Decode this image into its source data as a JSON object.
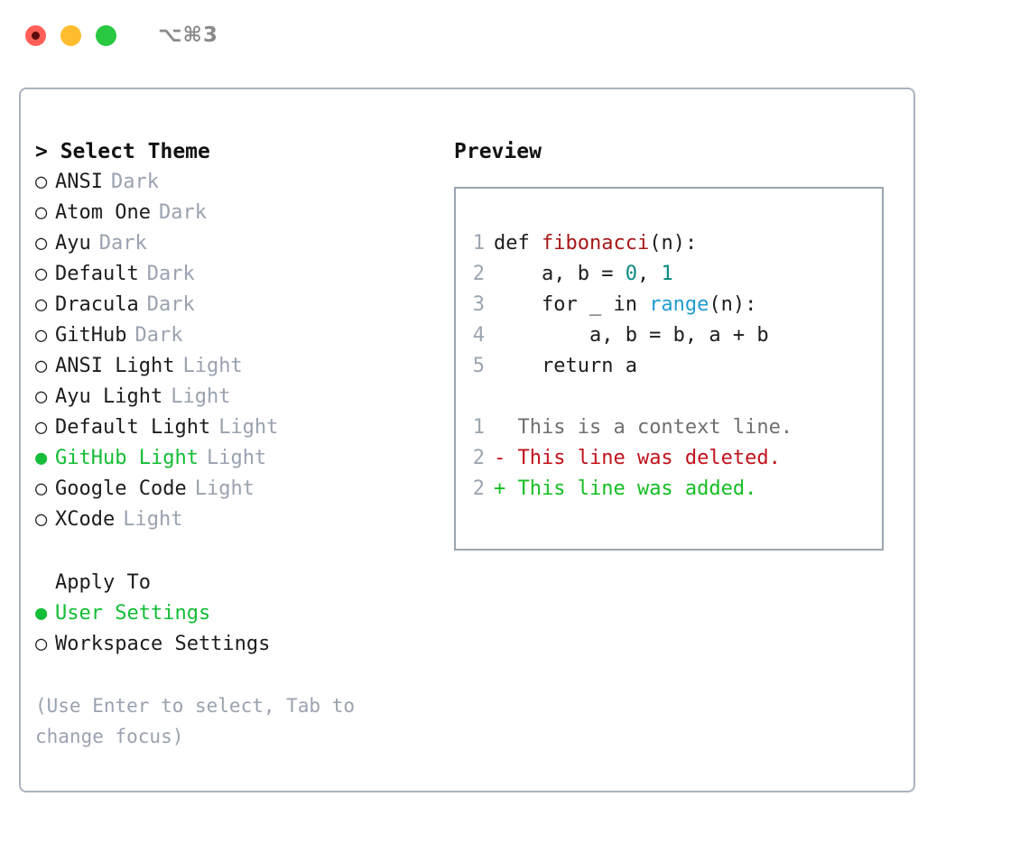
{
  "window": {
    "shortcut_label": "⌥⌘3",
    "traffic_lights": [
      {
        "name": "close",
        "color": "#ff5f57"
      },
      {
        "name": "minimize",
        "color": "#febc2e"
      },
      {
        "name": "zoom",
        "color": "#28c840"
      }
    ]
  },
  "theme_panel": {
    "title": "> Select Theme",
    "items": [
      {
        "marker": "○",
        "name": "ANSI",
        "tag": "Dark",
        "selected": false
      },
      {
        "marker": "○",
        "name": "Atom One",
        "tag": "Dark",
        "selected": false
      },
      {
        "marker": "○",
        "name": "Ayu",
        "tag": "Dark",
        "selected": false
      },
      {
        "marker": "○",
        "name": "Default",
        "tag": "Dark",
        "selected": false
      },
      {
        "marker": "○",
        "name": "Dracula",
        "tag": "Dark",
        "selected": false
      },
      {
        "marker": "○",
        "name": "GitHub",
        "tag": "Dark",
        "selected": false
      },
      {
        "marker": "○",
        "name": "ANSI Light",
        "tag": "Light",
        "selected": false
      },
      {
        "marker": "○",
        "name": "Ayu Light",
        "tag": "Light",
        "selected": false
      },
      {
        "marker": "○",
        "name": "Default Light",
        "tag": "Light",
        "selected": false
      },
      {
        "marker": "●",
        "name": "GitHub Light",
        "tag": "Light",
        "selected": true
      },
      {
        "marker": "○",
        "name": "Google Code",
        "tag": "Light",
        "selected": false
      },
      {
        "marker": "○",
        "name": "XCode",
        "tag": "Light",
        "selected": false
      }
    ]
  },
  "apply_to": {
    "heading": "Apply To",
    "options": [
      {
        "marker": "●",
        "label": "User Settings",
        "selected": true
      },
      {
        "marker": "○",
        "label": "Workspace Settings",
        "selected": false
      }
    ]
  },
  "hint": "(Use Enter to select, Tab to change focus)",
  "preview": {
    "title": "Preview",
    "code_lines": [
      {
        "num": "1",
        "tokens": [
          {
            "t": "def ",
            "c": "plain"
          },
          {
            "t": "fibonacci",
            "c": "fn"
          },
          {
            "t": "(n):",
            "c": "plain"
          }
        ]
      },
      {
        "num": "2",
        "tokens": [
          {
            "t": "    a, b = ",
            "c": "plain"
          },
          {
            "t": "0",
            "c": "num"
          },
          {
            "t": ", ",
            "c": "plain"
          },
          {
            "t": "1",
            "c": "num"
          }
        ]
      },
      {
        "num": "3",
        "tokens": [
          {
            "t": "    for _ in ",
            "c": "plain"
          },
          {
            "t": "range",
            "c": "built"
          },
          {
            "t": "(n):",
            "c": "plain"
          }
        ]
      },
      {
        "num": "4",
        "tokens": [
          {
            "t": "        a, b = b, a + b",
            "c": "plain"
          }
        ]
      },
      {
        "num": "5",
        "tokens": [
          {
            "t": "    return a",
            "c": "plain"
          }
        ]
      }
    ],
    "diff_lines": [
      {
        "num": "1",
        "sign": " ",
        "text": " This is a context line.",
        "kind": "context"
      },
      {
        "num": "2",
        "sign": "-",
        "text": " This line was deleted.",
        "kind": "deleted"
      },
      {
        "num": "2",
        "sign": "+",
        "text": " This line was added.",
        "kind": "added"
      }
    ]
  },
  "colors": {
    "accent_green": "#13bd35",
    "muted": "#9aa2b0",
    "border": "#aab2c0",
    "code_border": "#9aa5b1",
    "function": "#a61717",
    "number": "#068a82",
    "builtin": "#1f9cd0",
    "diff_deleted": "#c1121c",
    "diff_added": "#16bd22",
    "diff_context": "#6f6f6f"
  }
}
